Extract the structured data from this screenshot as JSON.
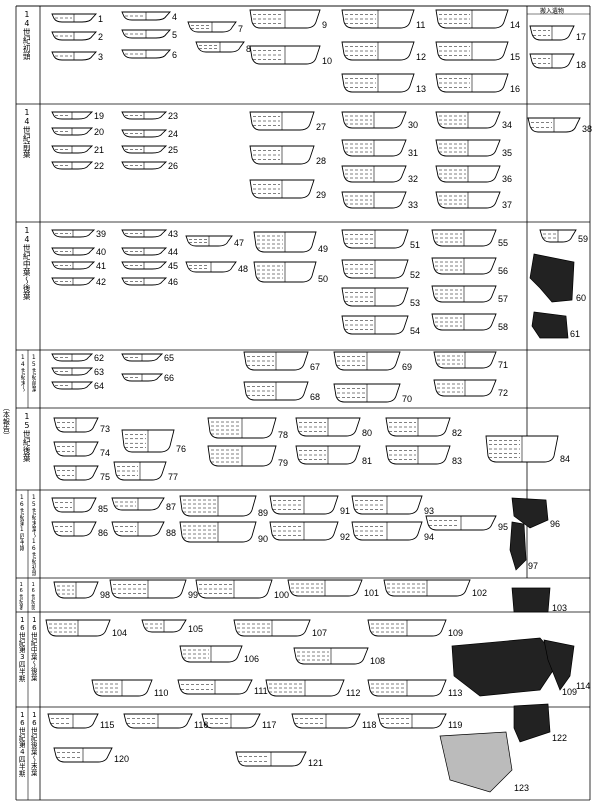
{
  "outer_label": "（本報告）",
  "header_label": "搬入遺物",
  "periods": [
    {
      "main": "14世紀初頭",
      "sub": ""
    },
    {
      "main": "14世紀前葉",
      "sub": ""
    },
    {
      "main": "14世紀中葉〜後葉",
      "sub": ""
    },
    {
      "main": "14世紀末〜",
      "sub": "15世紀前葉"
    },
    {
      "main": "15世紀後葉",
      "sub": ""
    },
    {
      "main": "16世紀第1四半期",
      "sub": "15世紀末葉〜16世紀初頭"
    },
    {
      "main": "16世紀第2四半期",
      "sub": "16世紀前葉"
    },
    {
      "main": "16世紀第3四半期",
      "sub": "16世紀中葉〜後葉"
    },
    {
      "main": "16世紀第4四半期",
      "sub": "16世紀後葉〜末葉"
    }
  ],
  "specimens": [
    "1",
    "2",
    "3",
    "4",
    "5",
    "6",
    "7",
    "8",
    "9",
    "10",
    "11",
    "12",
    "13",
    "14",
    "15",
    "16",
    "17",
    "18",
    "19",
    "20",
    "21",
    "22",
    "23",
    "24",
    "25",
    "26",
    "27",
    "28",
    "29",
    "30",
    "31",
    "32",
    "33",
    "34",
    "35",
    "36",
    "37",
    "38",
    "39",
    "40",
    "41",
    "42",
    "43",
    "44",
    "45",
    "46",
    "47",
    "48",
    "49",
    "50",
    "51",
    "52",
    "53",
    "54",
    "55",
    "56",
    "57",
    "58",
    "59",
    "60",
    "61",
    "62",
    "63",
    "64",
    "65",
    "66",
    "67",
    "68",
    "69",
    "70",
    "71",
    "72",
    "73",
    "74",
    "75",
    "76",
    "77",
    "78",
    "79",
    "80",
    "81",
    "82",
    "83",
    "84",
    "85",
    "86",
    "87",
    "88",
    "89",
    "90",
    "91",
    "92",
    "93",
    "94",
    "95",
    "96",
    "97",
    "98",
    "99",
    "100",
    "101",
    "102",
    "103",
    "104",
    "105",
    "106",
    "107",
    "108",
    "109",
    "110",
    "111",
    "112",
    "113",
    "114",
    "115",
    "116",
    "117",
    "118",
    "119",
    "120",
    "121",
    "122",
    "123"
  ]
}
